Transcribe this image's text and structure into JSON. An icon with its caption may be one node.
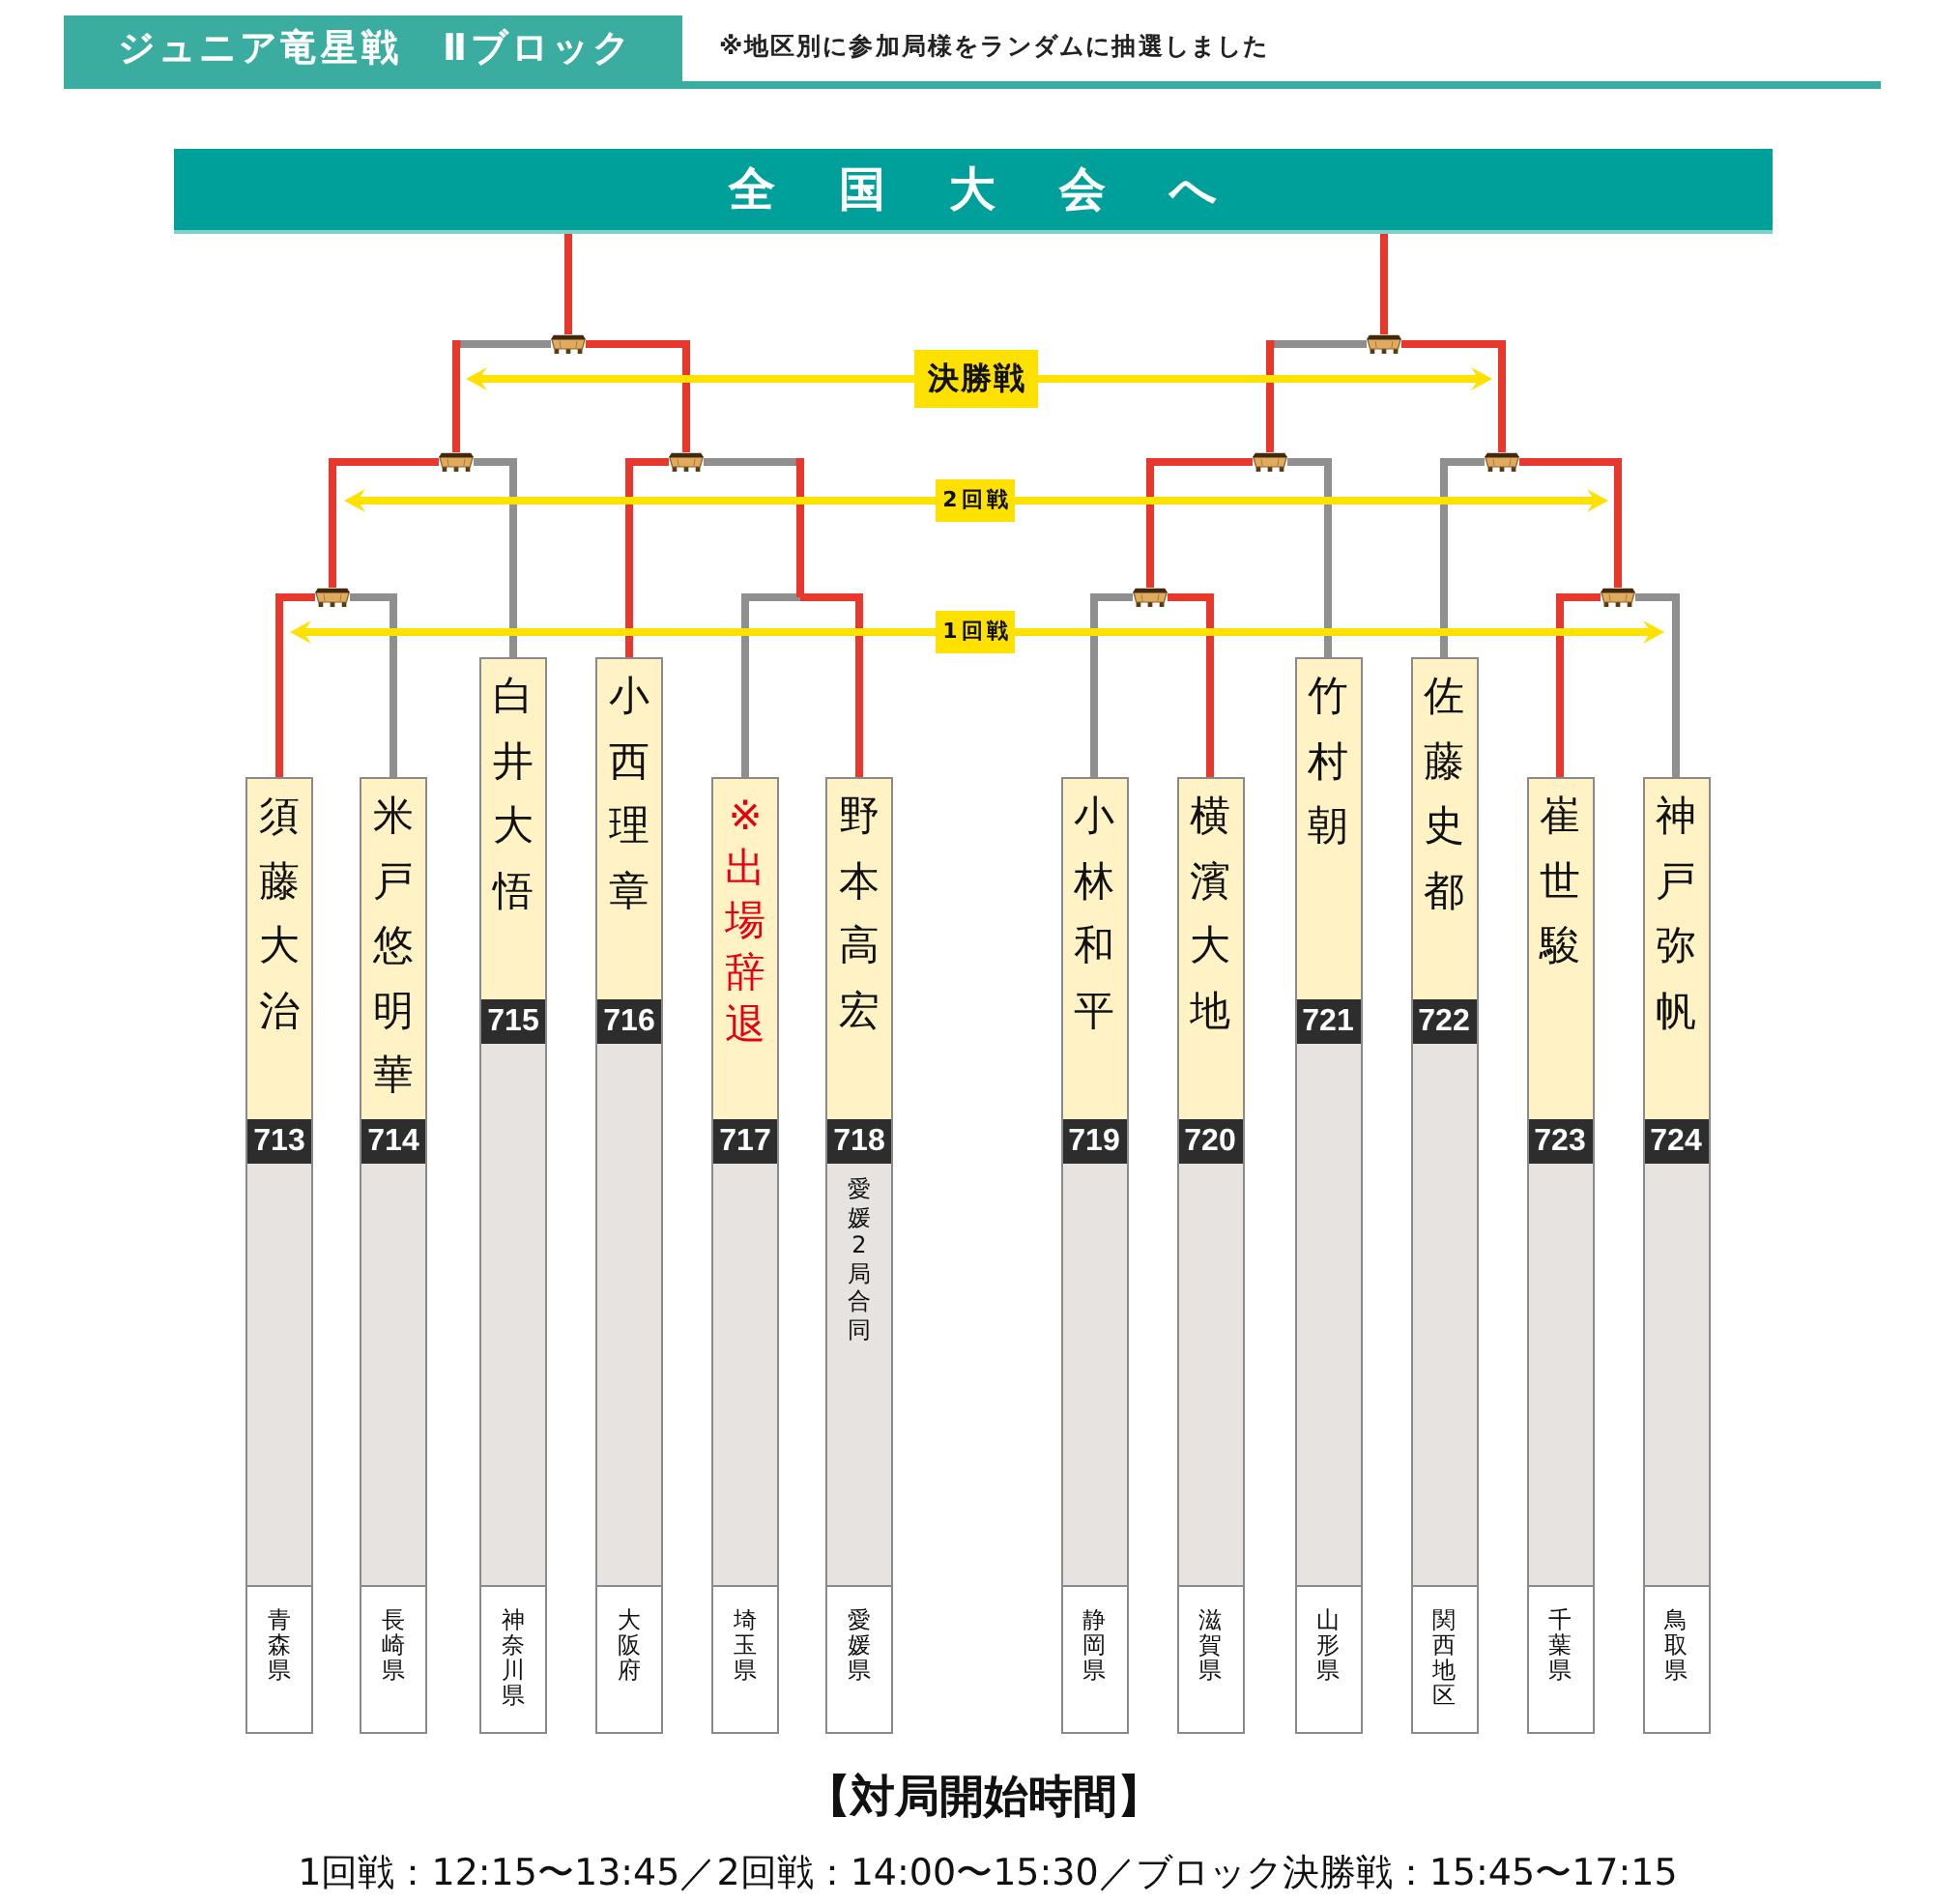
{
  "diagram": {
    "title": "ジュニア竜星戦　Ⅱブロック",
    "nodes": [
      {
        "text": [
          "全国大会へ"
        ]
      },
      {
        "text": [],
        "shape": "picture"
      },
      {
        "text": [
          "決勝戦"
        ]
      },
      {
        "text": [],
        "shape": "picture"
      },
      {
        "text": [],
        "shape": "picture"
      },
      {
        "text": [],
        "shape": "picture"
      },
      {
        "text": [
          "2回戦"
        ]
      },
      {
        "text": [],
        "shape": "picture"
      },
      {
        "text": [],
        "shape": "picture"
      },
      {
        "text": [],
        "shape": "picture"
      },
      {
        "text": [
          "1回戦"
        ]
      },
      {
        "text": [],
        "shape": "picture"
      },
      {
        "text": [],
        "shape": "picture"
      },
      {
        "text": [
          "須藤大治",
          "713",
          "青森県"
        ]
      },
      {
        "text": [
          "米戸悠明華",
          "714",
          "長崎県"
        ]
      },
      {
        "text": [
          "白井大悟",
          "715",
          "神奈川県"
        ]
      },
      {
        "text": [
          "小西理章",
          "716",
          "大阪府"
        ]
      },
      {
        "text": [
          "※出場辞退",
          "717",
          "埼玉県"
        ]
      },
      {
        "text": [
          "野本高宏",
          "718",
          "愛媛2局合同",
          "愛媛県"
        ]
      },
      {
        "text": [
          "小林和平",
          "719",
          "静岡県"
        ]
      },
      {
        "text": [
          "横濱大地",
          "720",
          "滋賀県"
        ]
      },
      {
        "text": [
          "竹村朝",
          "721",
          "山形県"
        ]
      },
      {
        "text": [
          "佐藤史都",
          "722",
          "関西地区"
        ]
      },
      {
        "text": [
          "崔世駿",
          "723",
          "千葉県"
        ]
      },
      {
        "text": [
          "神戸弥帆",
          "724",
          "鳥取県"
        ]
      }
    ],
    "edges": [
      {
        "from": 13,
        "to": 9,
        "arrow": "none"
      },
      {
        "from": 14,
        "to": 9,
        "arrow": "none",
        "color": "#8f8f8f"
      },
      {
        "from": 9,
        "to": 4,
        "arrow": "none"
      },
      {
        "from": 15,
        "to": 4,
        "arrow": "none",
        "color": "#8f8f8f"
      },
      {
        "from": 4,
        "to": 1,
        "arrow": "none"
      },
      {
        "from": 16,
        "to": 5,
        "arrow": "none"
      },
      {
        "from": 17,
        "to": 5,
        "arrow": "none",
        "color": "#8f8f8f"
      },
      {
        "from": 18,
        "to": 5,
        "arrow": "none"
      },
      {
        "from": 5,
        "to": 1,
        "arrow": "none"
      },
      {
        "from": 1,
        "to": 0,
        "arrow": "none"
      },
      {
        "from": 19,
        "to": 11,
        "arrow": "none",
        "color": "#8f8f8f"
      },
      {
        "from": 20,
        "to": 11,
        "arrow": "none"
      },
      {
        "from": 11,
        "to": 7,
        "arrow": "none"
      },
      {
        "from": 21,
        "to": 7,
        "arrow": "none",
        "color": "#8f8f8f"
      },
      {
        "from": 7,
        "to": 3,
        "arrow": "none"
      },
      {
        "from": 22,
        "to": 8,
        "arrow": "none",
        "color": "#8f8f8f"
      },
      {
        "from": 23,
        "to": 12,
        "arrow": "none"
      },
      {
        "from": 24,
        "to": 12,
        "arrow": "none",
        "color": "#8f8f8f"
      },
      {
        "from": 12,
        "to": 8,
        "arrow": "none"
      },
      {
        "from": 8,
        "to": 3,
        "arrow": "none"
      },
      {
        "from": 3,
        "to": 0,
        "arrow": "none"
      }
    ],
    "labels": [
      "※地区別に参加局様をランダムに抽選しました",
      "【対局開始時間】",
      "1回戦：12:15〜13:45／2回戦：14:00〜15:30／ブロック決勝戦：15:45〜17:15"
    ]
  }
}
